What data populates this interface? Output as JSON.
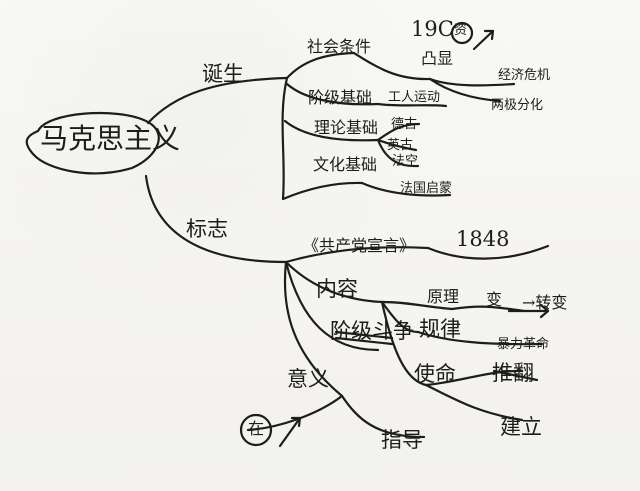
{
  "mindmap": {
    "root": "马克思主义",
    "branches": {
      "birth": "诞生",
      "birth_children": {
        "social": "社会条件",
        "class": "阶级基础",
        "theory": "理论基础",
        "culture": "文化基础"
      },
      "birth_details": {
        "century": "19C",
        "capital": "资",
        "prominent": "凸显",
        "economic_crisis": "经济危机",
        "polarization": "两极分化",
        "workers_movement": "工人运动",
        "german": "德古",
        "english": "英古",
        "french": "法空",
        "french_enlightenment": "法国启蒙"
      },
      "symbol": "标志",
      "manifesto": "《共产党宣言》",
      "year": "1848",
      "content": "内容",
      "content_children": {
        "principle": "原理",
        "change": "变",
        "arrow_text": "→转变",
        "law": "规律",
        "struggle": "阶级斗争",
        "mission": "使命",
        "violence": "暴力革命",
        "overthrow": "推翻",
        "build": "建立"
      },
      "significance": "意义",
      "guidance": "指导",
      "in_circle": "在"
    }
  },
  "colors": {
    "ink": "#1d1d1d",
    "paper": "#f7f6f2"
  }
}
